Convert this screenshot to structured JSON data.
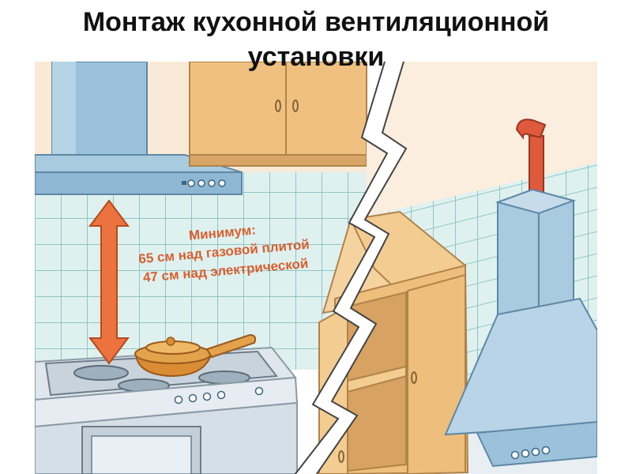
{
  "title": {
    "line1": "Монтаж кухонной вентиляционной",
    "line2": "установки"
  },
  "annotation": {
    "line1": "Минимум:",
    "line2": "65 см над газовой плитой",
    "line3": "47 см над электрической"
  },
  "colors": {
    "tile": "#dff1ef",
    "grout": "#8fc5c4",
    "hood": "#9cc1da",
    "cabinet": "#efc07f",
    "arrow": "#ec7340",
    "pan": "#e3a24c",
    "pipe": "#df5a3c"
  },
  "icons": [
    "double-arrow-icon",
    "crack-divider-icon",
    "hood-button-icon",
    "burner-icon",
    "cabinet-knob-icon"
  ]
}
